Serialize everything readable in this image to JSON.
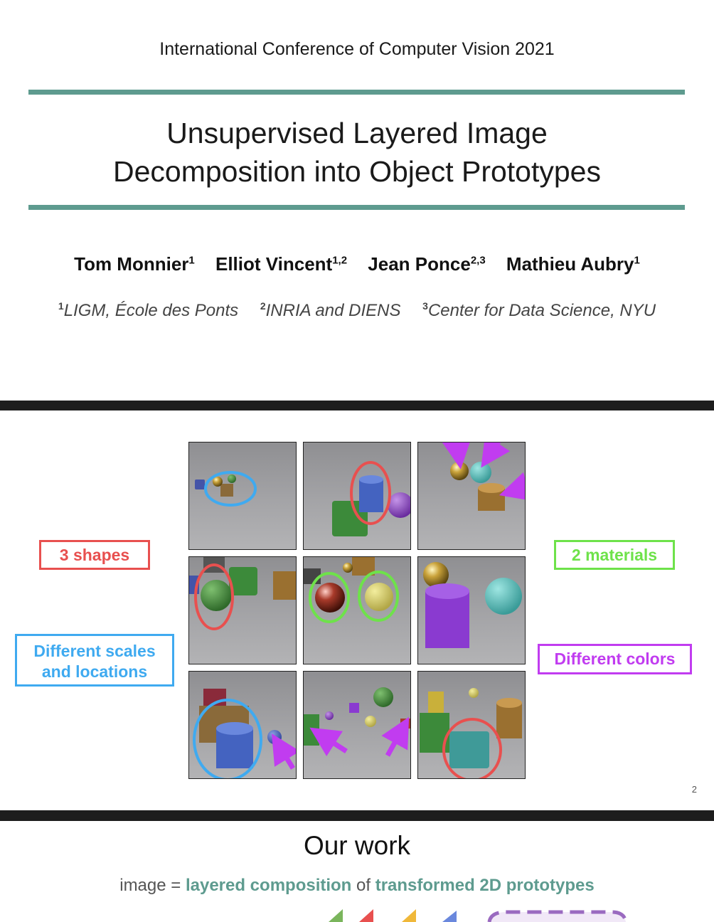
{
  "slide1": {
    "conference": "International Conference of Computer Vision 2021",
    "title_line1": "Unsupervised Layered Image",
    "title_line2": "Decomposition into Object Prototypes",
    "authors": [
      {
        "name": "Tom Monnier",
        "sup": "1"
      },
      {
        "name": "Elliot Vincent",
        "sup": "1,2"
      },
      {
        "name": "Jean Ponce",
        "sup": "2,3"
      },
      {
        "name": "Mathieu Aubry",
        "sup": "1"
      }
    ],
    "affiliations": [
      {
        "sup": "1",
        "name": "LIGM, École des Ponts"
      },
      {
        "sup": "2",
        "name": "INRIA and DIENS"
      },
      {
        "sup": "3",
        "name": "Center for Data Science, NYU"
      }
    ],
    "accent_color": "#5e9b8f"
  },
  "slide2": {
    "labels": {
      "shapes": "3 shapes",
      "materials": "2 materials",
      "scales_line1": "Different scales",
      "scales_line2": "and locations",
      "colors": "Different colors"
    },
    "page_number": "2",
    "colors": {
      "red": "#e8504f",
      "green": "#6ee24a",
      "blue": "#3faaf0",
      "purple": "#c13cf0"
    }
  },
  "slide3": {
    "heading": "Our work",
    "eq_prefix": "image = ",
    "eq_hl1": "layered composition",
    "eq_mid": " of ",
    "eq_hl2": "transformed 2D prototypes"
  }
}
